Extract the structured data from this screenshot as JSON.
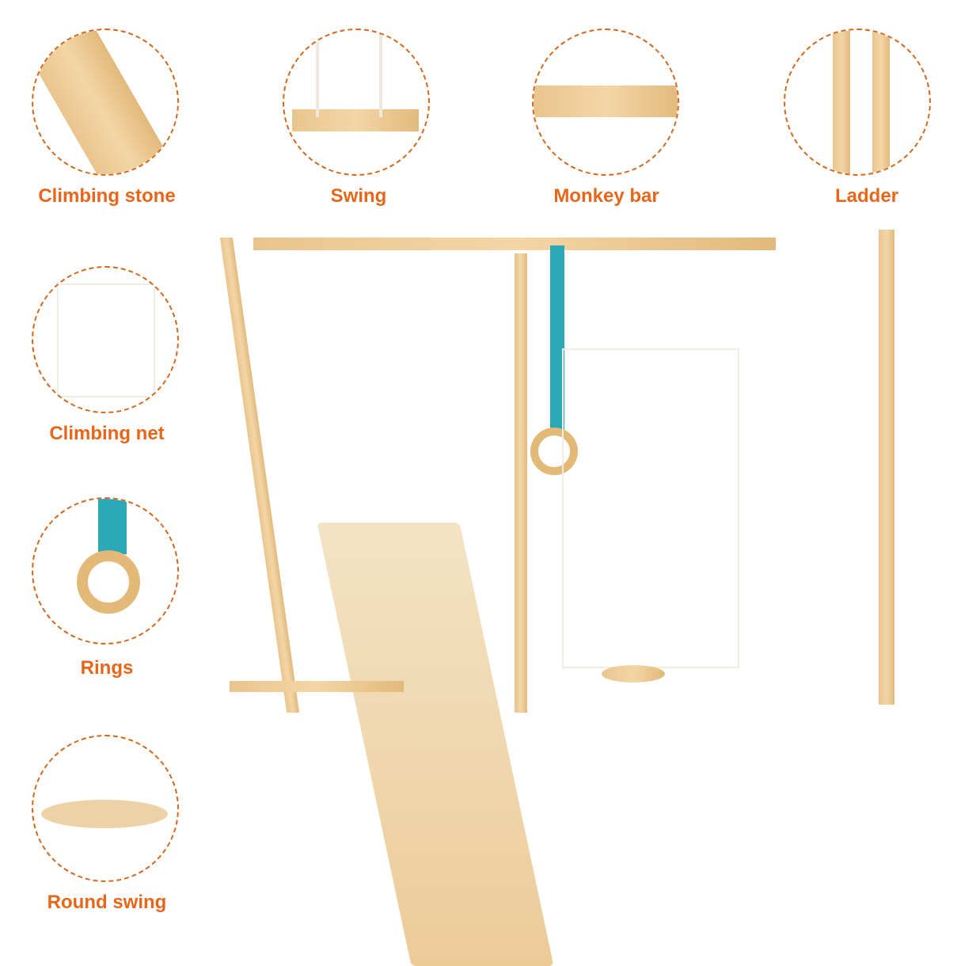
{
  "features": [
    {
      "id": "climbing-stone",
      "label": "Climbing stone"
    },
    {
      "id": "swing",
      "label": "Swing"
    },
    {
      "id": "monkey-bar",
      "label": "Monkey bar"
    },
    {
      "id": "ladder",
      "label": "Ladder"
    },
    {
      "id": "climbing-net",
      "label": "Climbing net"
    },
    {
      "id": "rings",
      "label": "Rings"
    },
    {
      "id": "round-swing",
      "label": "Round swing"
    }
  ],
  "colors": {
    "label": "#e8661a",
    "dashed_border": "#d2691e",
    "wood": "#ecc891",
    "strap": "#2ba9b7",
    "rope": "#efe8dc"
  }
}
